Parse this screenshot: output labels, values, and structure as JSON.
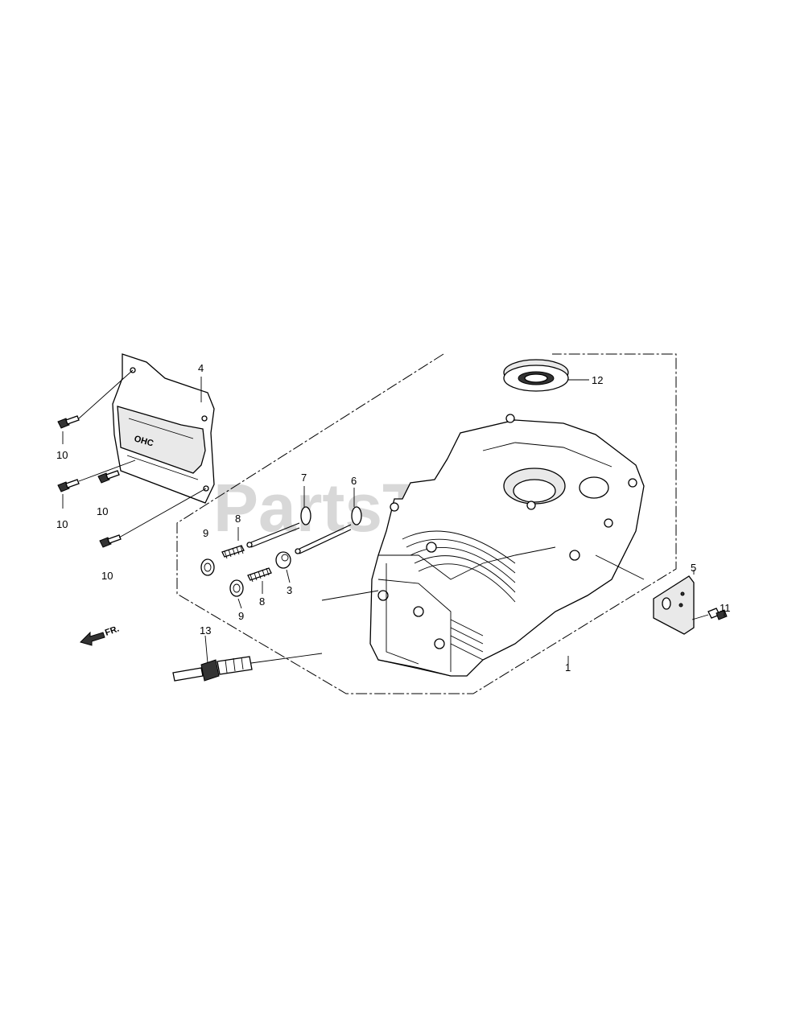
{
  "watermark": "PartsTree",
  "direction_label": "FR.",
  "callouts": {
    "p1": "1",
    "p3": "3",
    "p4": "4",
    "p5": "5",
    "p6": "6",
    "p7": "7",
    "p8a": "8",
    "p8b": "8",
    "p9a": "9",
    "p9b": "9",
    "p10a": "10",
    "p10b": "10",
    "p10c": "10",
    "p10d": "10",
    "p11": "11",
    "p12": "12",
    "p13": "13"
  },
  "cover_emblem": "OHC"
}
